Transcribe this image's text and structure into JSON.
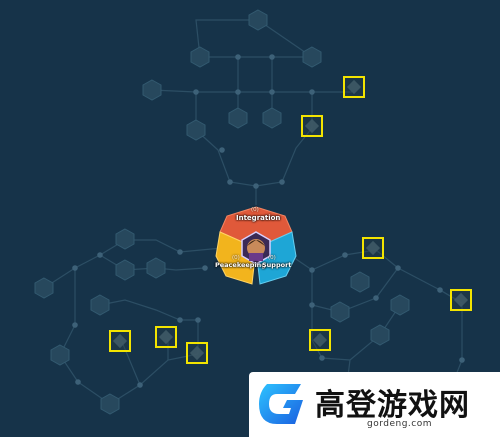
{
  "skill_tree": {
    "branches": [
      {
        "name": "Integration",
        "level": "(0)",
        "color": "#e0593a"
      },
      {
        "name": "Peacekeeping",
        "level": "(0)",
        "color": "#f2b41d"
      },
      {
        "name": "Support",
        "level": "(0)",
        "color": "#1ea6d6"
      }
    ],
    "highlight_color": "#f3e400"
  },
  "watermark": {
    "title": "高登游戏网",
    "url": "gordeng.com"
  }
}
